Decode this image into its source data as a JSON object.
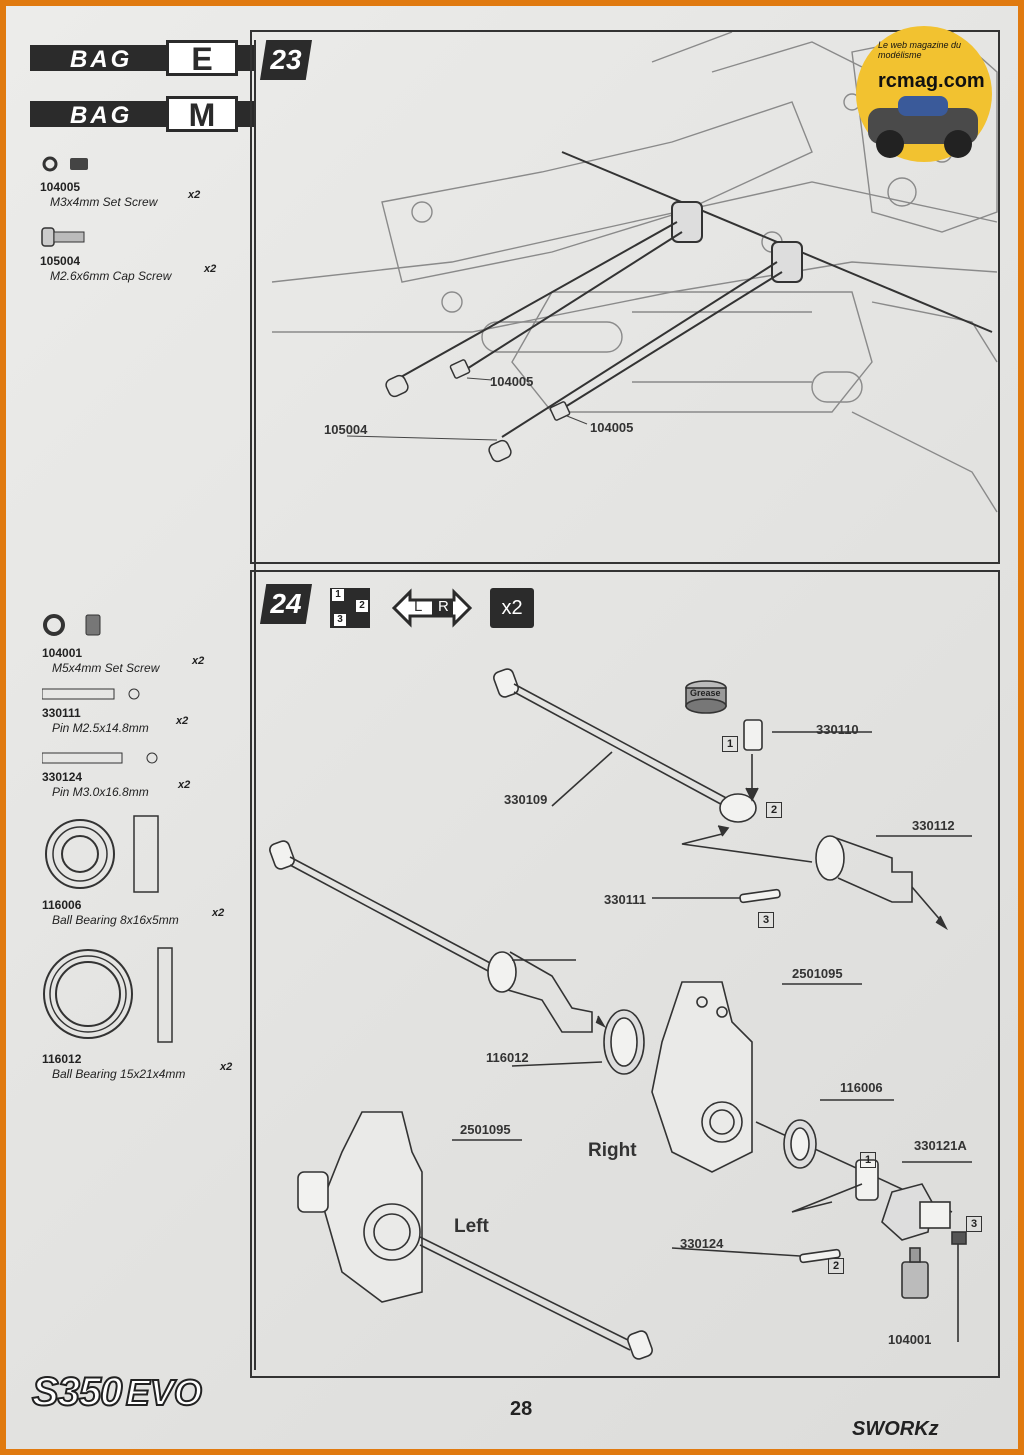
{
  "bags": [
    {
      "word": "BAG",
      "letter": "E"
    },
    {
      "word": "BAG",
      "letter": "M"
    }
  ],
  "step23": {
    "number": "23",
    "parts": [
      {
        "code": "104005",
        "name": "M3x4mm Set Screw",
        "qty": "x2"
      },
      {
        "code": "105004",
        "name": "M2.6x6mm Cap Screw",
        "qty": "x2"
      }
    ],
    "labels": [
      "104005",
      "105004",
      "104005"
    ]
  },
  "step24": {
    "number": "24",
    "order_icon": [
      "1",
      "2",
      "3"
    ],
    "side_icon": [
      "L",
      "R"
    ],
    "repeat": "x2",
    "parts": [
      {
        "code": "104001",
        "name": "M5x4mm Set Screw",
        "qty": "x2"
      },
      {
        "code": "330111",
        "name": "Pin M2.5x14.8mm",
        "qty": "x2"
      },
      {
        "code": "330124",
        "name": "Pin M3.0x16.8mm",
        "qty": "x2"
      },
      {
        "code": "116006",
        "name": "Ball Bearing 8x16x5mm",
        "qty": "x2"
      },
      {
        "code": "116012",
        "name": "Ball Bearing 15x21x4mm",
        "qty": "x2"
      }
    ],
    "labels": {
      "cup": "330110",
      "shaft": "330109",
      "axle": "330112",
      "pin1": "330111",
      "hub_right": "2501095",
      "bearing_big": "116012",
      "bearing_small": "116006",
      "hub_left": "2501095",
      "nut": "330121A",
      "pin2": "330124",
      "screw": "104001",
      "grease": "Grease",
      "steps": [
        "1",
        "2",
        "3",
        "1",
        "2",
        "3"
      ]
    },
    "sides": {
      "right": "Right",
      "left": "Left"
    }
  },
  "watermark": {
    "brand": "rcmag.com",
    "tagline": "Le web magazine du modélisme"
  },
  "footer": {
    "model": "S350",
    "model_suffix": "EVO",
    "page": "28",
    "maker": "SWORKz"
  }
}
